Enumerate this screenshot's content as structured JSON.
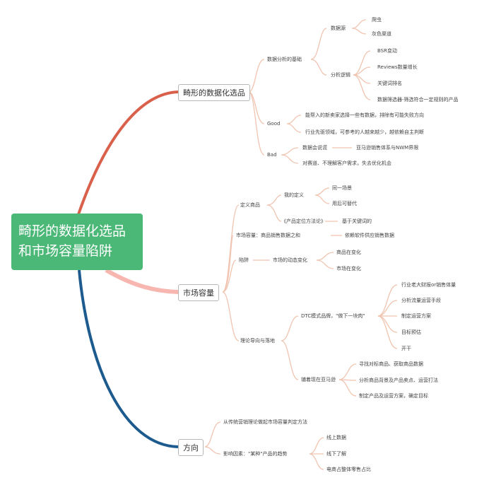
{
  "root": {
    "line1": "畸形的数据化选品",
    "line2": "和市场容量陷阱"
  },
  "colors": {
    "root_bg": "#4cb877",
    "branch1": "#d9604a",
    "branch2": "#f7b6b0",
    "branch3": "#1d5a8e",
    "sub_line": "#f0c4b0"
  },
  "branches": [
    {
      "label": "畸形的数据化选品",
      "nodes": [
        {
          "text": "数据分析的基础"
        },
        {
          "text": "数据源"
        },
        {
          "text": "爬虫"
        },
        {
          "text": "灰色渠道"
        },
        {
          "text": "分析逻辑"
        },
        {
          "text": "BSR变动"
        },
        {
          "text": "Reviews数量增长"
        },
        {
          "text": "关键词排名"
        },
        {
          "text": "数据筛选器-筛选符合一定规则的产品"
        },
        {
          "text": "Good"
        },
        {
          "text": "能帮入的新卖家选择一些有数据，排除有可能失败方向"
        },
        {
          "text": "行业先驱领域，可参考的人越来越少，越依赖自主判断"
        },
        {
          "text": "Bad"
        },
        {
          "text": "数据会说谎"
        },
        {
          "text": "亚马逊销售体系与NWM界限"
        },
        {
          "text": "对赛道、不理解客户需求，失去优化机会"
        }
      ]
    },
    {
      "label": "市场容量",
      "nodes": [
        {
          "text": "定义商品"
        },
        {
          "text": "我的定义"
        },
        {
          "text": "同一场景"
        },
        {
          "text": "用后可替代"
        },
        {
          "text": "《产品定位方法论》"
        },
        {
          "text": "基于关键词的"
        },
        {
          "text": "市场容量：商品销售数据之和"
        },
        {
          "text": "依赖软件供应销售数据"
        },
        {
          "text": "陷阱"
        },
        {
          "text": "市场的动态变化"
        },
        {
          "text": "商品在变化"
        },
        {
          "text": "市场在变化"
        },
        {
          "text": "理论导向与落地"
        },
        {
          "text": "DTC模式品牌，\"做下一块肉\""
        },
        {
          "text": "行业老大财报or销售体量"
        },
        {
          "text": "分析流量运营手段"
        },
        {
          "text": "制定运营方案"
        },
        {
          "text": "目标预估"
        },
        {
          "text": "开干"
        },
        {
          "text": "铺着现在亚马逊"
        },
        {
          "text": "寻找对标商品、获取商品数据"
        },
        {
          "text": "分析商品背景及产品卖点、运营打法"
        },
        {
          "text": "制定产品及运营方案，确定目标"
        }
      ]
    },
    {
      "label": "方向",
      "nodes": [
        {
          "text": "从传统营销理论做起市场容量判定方法"
        },
        {
          "text": "影响因素：\"某种\"产品的趋势"
        },
        {
          "text": "线上数据"
        },
        {
          "text": "线下了解"
        },
        {
          "text": "电商占整体零售占比"
        }
      ]
    }
  ]
}
